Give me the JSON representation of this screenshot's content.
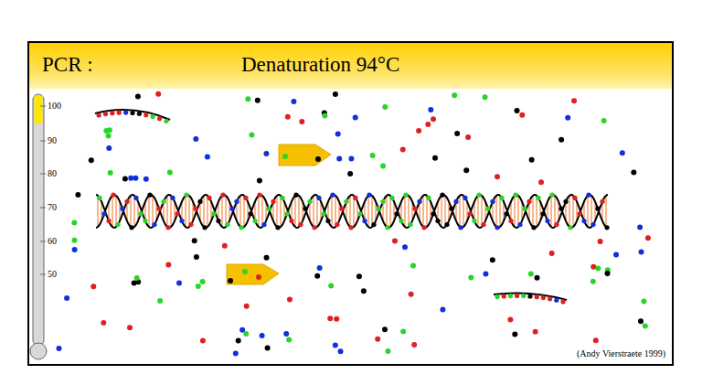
{
  "diagram": {
    "caption": "(Andy Vierstraete 1999)",
    "nodes": [
      {
        "text": [
          "PCR :",
          "Denaturation 94°C"
        ]
      }
    ],
    "labels": [
      "100",
      "90",
      "80",
      "70",
      "60",
      "50"
    ]
  }
}
